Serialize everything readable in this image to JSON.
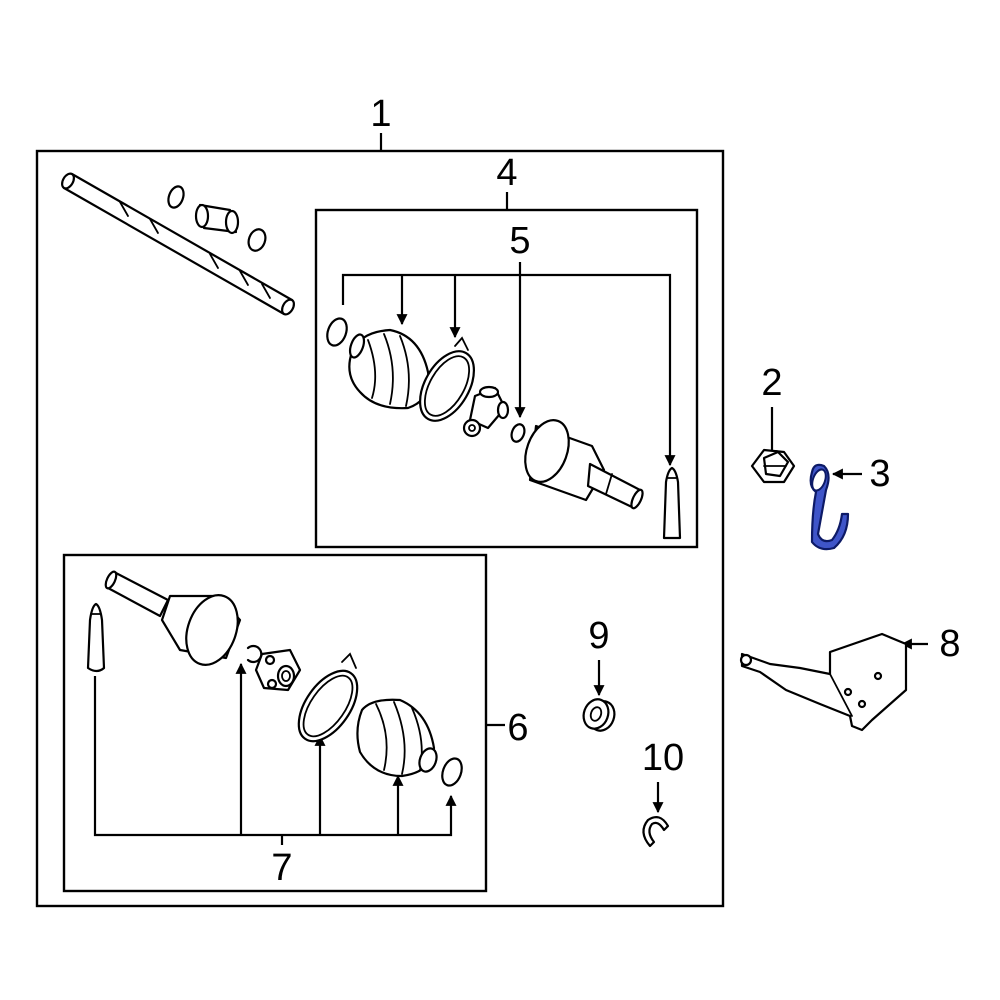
{
  "diagram": {
    "highlight_color": "#3f55c9",
    "callouts": [
      {
        "id": "c1",
        "label": "1"
      },
      {
        "id": "c2",
        "label": "2"
      },
      {
        "id": "c3",
        "label": "3"
      },
      {
        "id": "c4",
        "label": "4"
      },
      {
        "id": "c5",
        "label": "5"
      },
      {
        "id": "c6",
        "label": "6"
      },
      {
        "id": "c7",
        "label": "7"
      },
      {
        "id": "c8",
        "label": "8"
      },
      {
        "id": "c9",
        "label": "9"
      },
      {
        "id": "c10",
        "label": "10"
      }
    ]
  }
}
